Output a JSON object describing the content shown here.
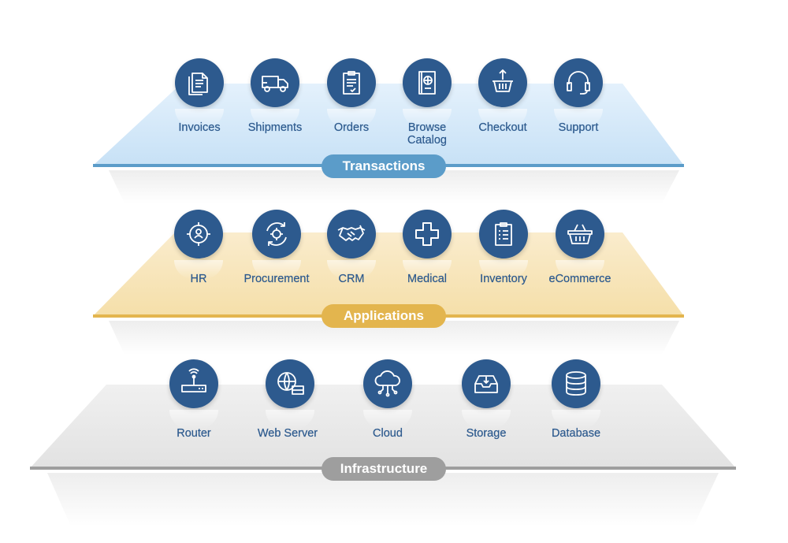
{
  "layers": {
    "transactions": {
      "title": "Transactions",
      "color": "#5b9cc9",
      "items": [
        {
          "label": "Invoices",
          "icon": "invoice-icon"
        },
        {
          "label": "Shipments",
          "icon": "truck-icon"
        },
        {
          "label": "Orders",
          "icon": "clipboard-icon"
        },
        {
          "label": "Browse\nCatalog",
          "icon": "passport-icon"
        },
        {
          "label": "Checkout",
          "icon": "basket-upload-icon"
        },
        {
          "label": "Support",
          "icon": "headset-icon"
        }
      ]
    },
    "applications": {
      "title": "Applications",
      "color": "#e3b54e",
      "items": [
        {
          "label": "HR",
          "icon": "user-target-icon"
        },
        {
          "label": "Procurement",
          "icon": "gear-cycle-icon"
        },
        {
          "label": "CRM",
          "icon": "handshake-icon"
        },
        {
          "label": "Medical",
          "icon": "medical-cross-icon"
        },
        {
          "label": "Inventory",
          "icon": "checklist-icon"
        },
        {
          "label": "eCommerce",
          "icon": "shopping-basket-icon"
        }
      ]
    },
    "infrastructure": {
      "title": "Infrastructure",
      "color": "#9e9e9e",
      "items": [
        {
          "label": "Router",
          "icon": "router-icon"
        },
        {
          "label": "Web Server",
          "icon": "globe-server-icon"
        },
        {
          "label": "Cloud",
          "icon": "cloud-network-icon"
        },
        {
          "label": "Storage",
          "icon": "inbox-download-icon"
        },
        {
          "label": "Database",
          "icon": "database-icon"
        }
      ]
    }
  }
}
